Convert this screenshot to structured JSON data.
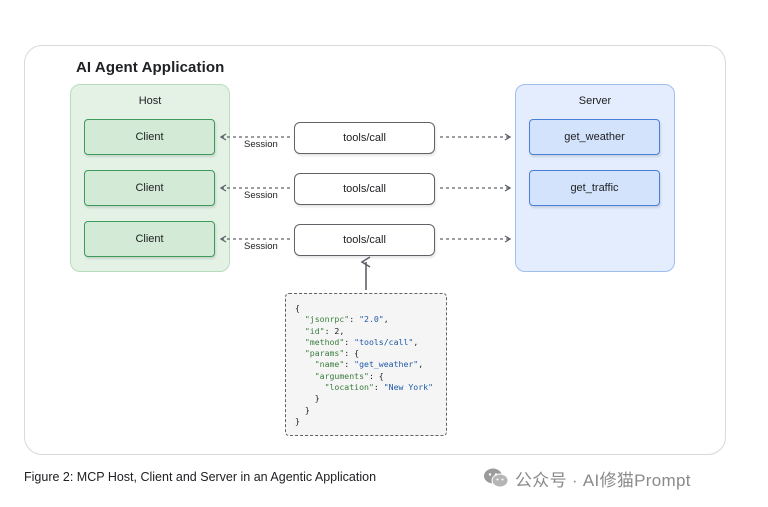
{
  "diagram": {
    "app_title": "AI Agent Application",
    "host": {
      "title": "Host",
      "clients": [
        "Client",
        "Client",
        "Client"
      ]
    },
    "server": {
      "title": "Server",
      "tools": [
        "get_weather",
        "get_traffic"
      ]
    },
    "calls": [
      {
        "label": "tools/call",
        "session": "Session"
      },
      {
        "label": "tools/call",
        "session": "Session"
      },
      {
        "label": "tools/call",
        "session": "Session"
      }
    ],
    "json_request": {
      "lines": [
        {
          "indent": 0,
          "parts": [
            {
              "t": "p",
              "v": "{"
            }
          ]
        },
        {
          "indent": 1,
          "parts": [
            {
              "t": "k",
              "v": "\"jsonrpc\""
            },
            {
              "t": "p",
              "v": ": "
            },
            {
              "t": "s",
              "v": "\"2.0\""
            },
            {
              "t": "p",
              "v": ","
            }
          ]
        },
        {
          "indent": 1,
          "parts": [
            {
              "t": "k",
              "v": "\"id\""
            },
            {
              "t": "p",
              "v": ": 2,"
            }
          ]
        },
        {
          "indent": 1,
          "parts": [
            {
              "t": "k",
              "v": "\"method\""
            },
            {
              "t": "p",
              "v": ": "
            },
            {
              "t": "s",
              "v": "\"tools/call\""
            },
            {
              "t": "p",
              "v": ","
            }
          ]
        },
        {
          "indent": 1,
          "parts": [
            {
              "t": "k",
              "v": "\"params\""
            },
            {
              "t": "p",
              "v": ": {"
            }
          ]
        },
        {
          "indent": 2,
          "parts": [
            {
              "t": "k",
              "v": "\"name\""
            },
            {
              "t": "p",
              "v": ": "
            },
            {
              "t": "s",
              "v": "\"get_weather\""
            },
            {
              "t": "p",
              "v": ","
            }
          ]
        },
        {
          "indent": 2,
          "parts": [
            {
              "t": "k",
              "v": "\"arguments\""
            },
            {
              "t": "p",
              "v": ": {"
            }
          ]
        },
        {
          "indent": 3,
          "parts": [
            {
              "t": "k",
              "v": "\"location\""
            },
            {
              "t": "p",
              "v": ": "
            },
            {
              "t": "s",
              "v": "\"New York\""
            }
          ]
        },
        {
          "indent": 2,
          "parts": [
            {
              "t": "p",
              "v": "}"
            }
          ]
        },
        {
          "indent": 1,
          "parts": [
            {
              "t": "p",
              "v": "}"
            }
          ]
        },
        {
          "indent": 0,
          "parts": [
            {
              "t": "p",
              "v": "}"
            }
          ]
        }
      ]
    },
    "caption": "Figure 2:  MCP Host, Client and Server in an Agentic Application"
  },
  "watermark": {
    "text": "公众号 · AI修猫Prompt",
    "icon": "wechat-icon"
  },
  "colors": {
    "host_fill": "#e4f2e6",
    "client_border": "#3d9a5a",
    "server_fill": "#e4edfd",
    "tool_border": "#4a7fd9",
    "json_key": "#3b7d3d",
    "json_string": "#1f5aa6"
  }
}
